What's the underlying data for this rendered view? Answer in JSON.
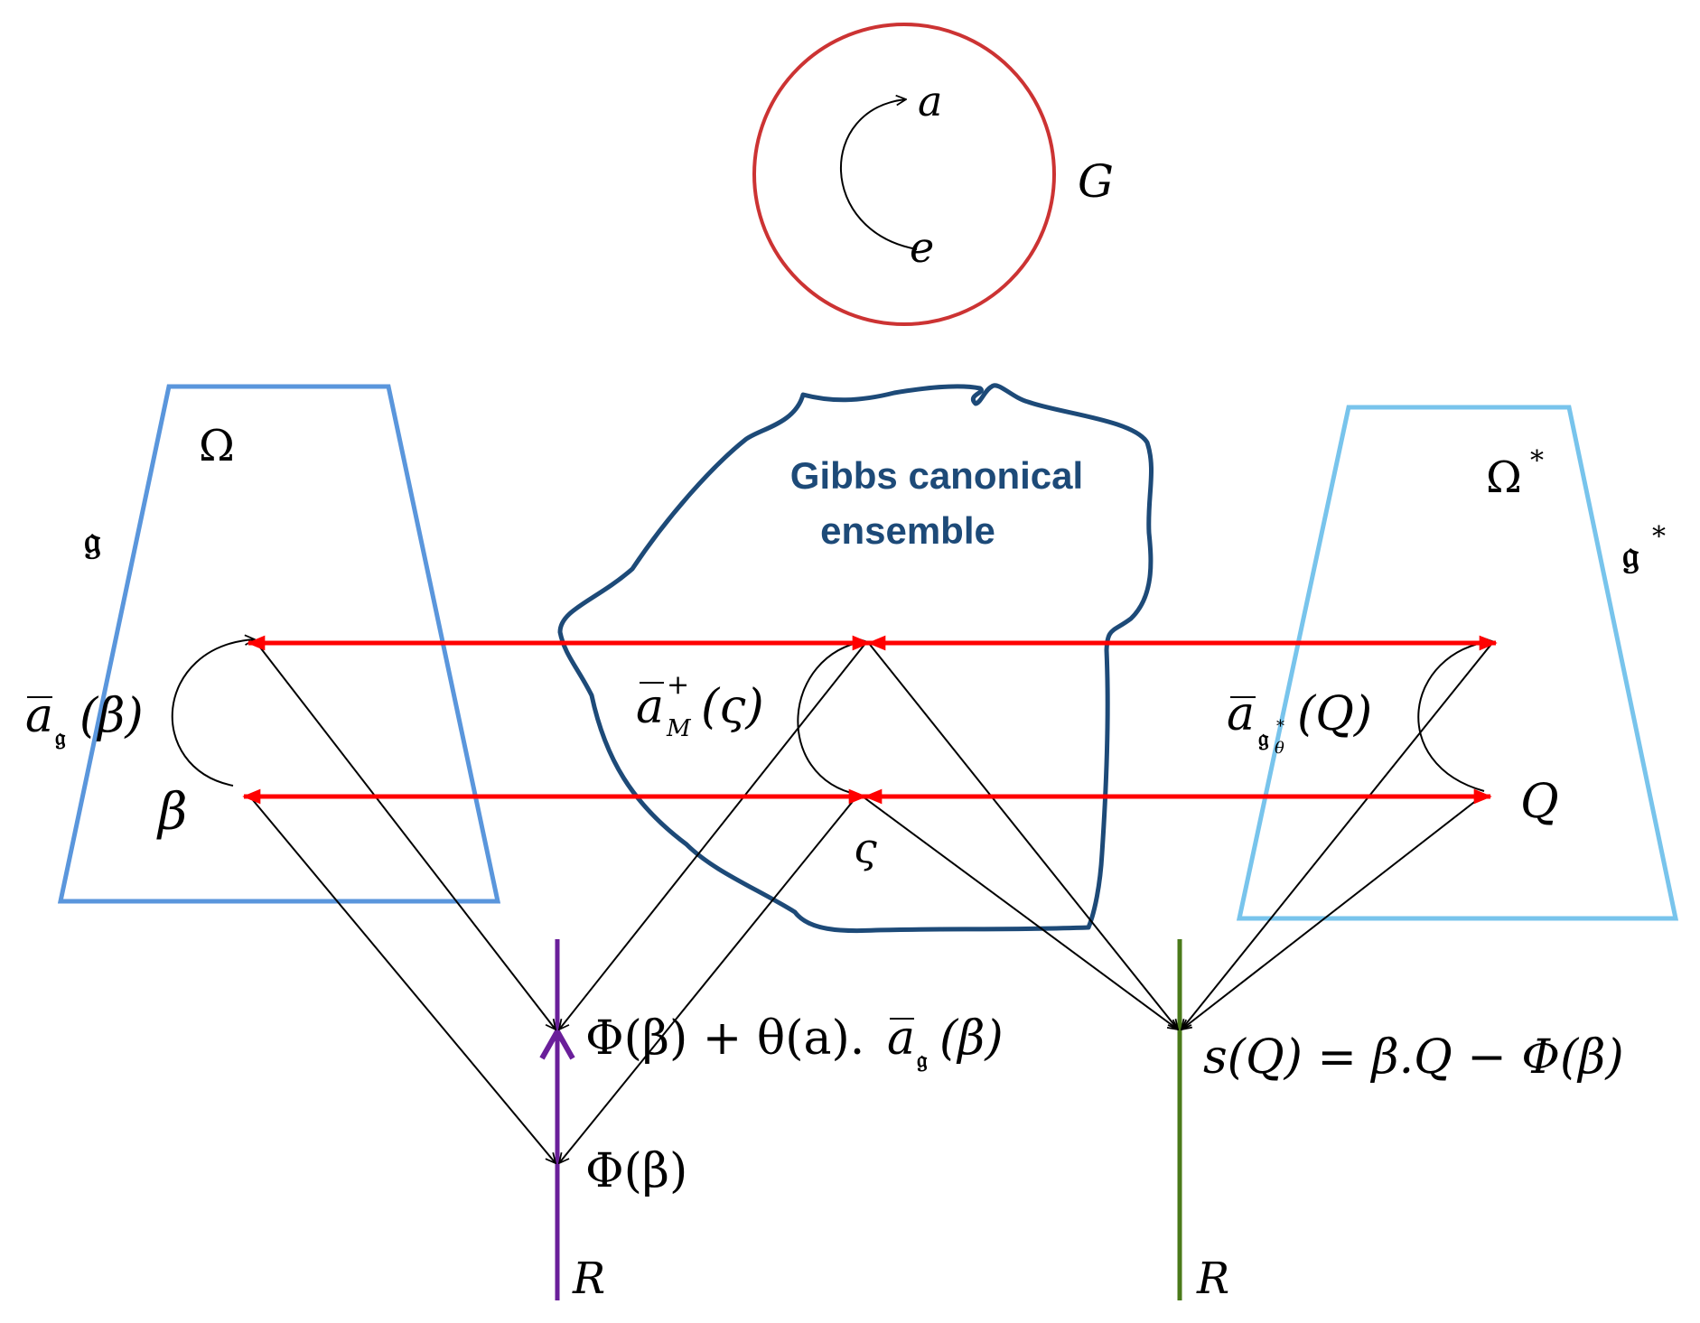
{
  "colors": {
    "group_circle": "#cc3333",
    "omega_shape": "#5a96dc",
    "omega_star_shape": "#78c4ec",
    "gibbs_blob": "#1d4a78",
    "gibbs_text": "#1d4a78",
    "red_arrows": "#ff0000",
    "black_arrows": "#000000",
    "left_axis": "#6a1f9a",
    "right_axis": "#4a7a1a"
  },
  "group": {
    "label": "G",
    "a": "a",
    "e": "e"
  },
  "omega": {
    "label": "Ω",
    "algebra": "𝔤"
  },
  "omega_star": {
    "label": "Ω",
    "sup": "*",
    "algebra": "𝔤",
    "algebra_sup": "*"
  },
  "gibbs": {
    "line1": "Gibbs canonical",
    "line2": "ensemble"
  },
  "labels": {
    "beta": "β",
    "varsigma": "ς",
    "Q": "Q",
    "a_g_beta": {
      "a": "a",
      "sub": "𝔤",
      "arg": "(β)"
    },
    "a_M_varsigma": {
      "a": "a",
      "sup": "+",
      "sub": "M",
      "arg": "(ς)"
    },
    "a_gstar_Q": {
      "a": "a",
      "sub": "𝔤",
      "sub_sup": "*",
      "sub_sub": "θ",
      "arg": "(Q)"
    },
    "phi_plus": {
      "lead": "Φ(β) + θ(a).",
      "a": "a",
      "sub": "𝔤",
      "arg": "(β)"
    },
    "phi": "Φ(β)",
    "entropy": "s(Q) = β.Q − Φ(β)",
    "R_left": "R",
    "R_right": "R"
  },
  "icons": [
    "arrowhead",
    "curved-arrow"
  ]
}
